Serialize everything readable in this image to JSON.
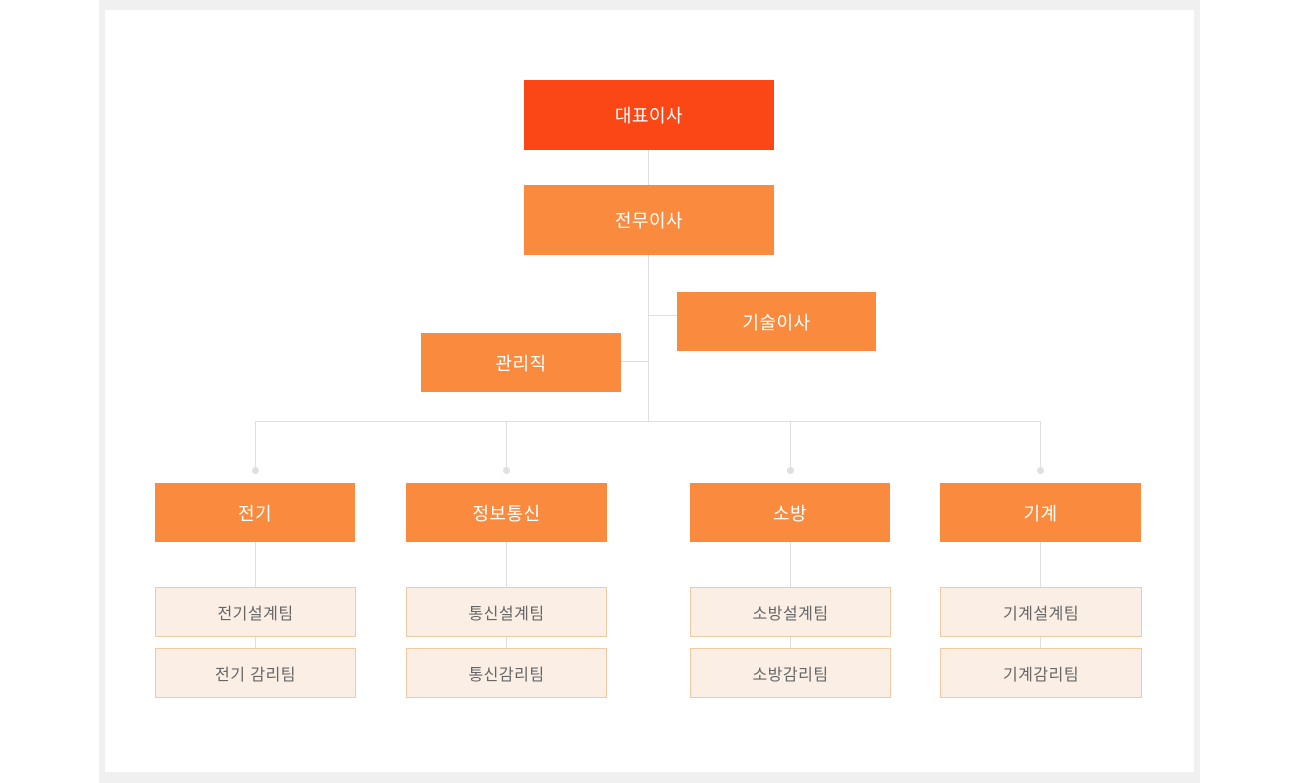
{
  "org_chart": {
    "ceo": {
      "label": "대표이사"
    },
    "executive_director": {
      "label": "전무이사"
    },
    "technical_director": {
      "label": "기술이사"
    },
    "management": {
      "label": "관리직"
    },
    "departments": [
      {
        "label": "전기",
        "teams": [
          "전기설계팀",
          "전기 감리팀"
        ]
      },
      {
        "label": "정보통신",
        "teams": [
          "통신설계팀",
          "통신감리팀"
        ]
      },
      {
        "label": "소방",
        "teams": [
          "소방설계팀",
          "소방감리팀"
        ]
      },
      {
        "label": "기계",
        "teams": [
          "기계설계팀",
          "기계감리팀"
        ]
      }
    ],
    "colors": {
      "ceo_box": "#fb4716",
      "director_box": "#fa8b3e",
      "team_box_bg": "#fbefe5",
      "team_box_border": "#f3c9a4",
      "team_text": "#666666",
      "connector": "#dedede",
      "frame": "#f0f0f0"
    }
  }
}
